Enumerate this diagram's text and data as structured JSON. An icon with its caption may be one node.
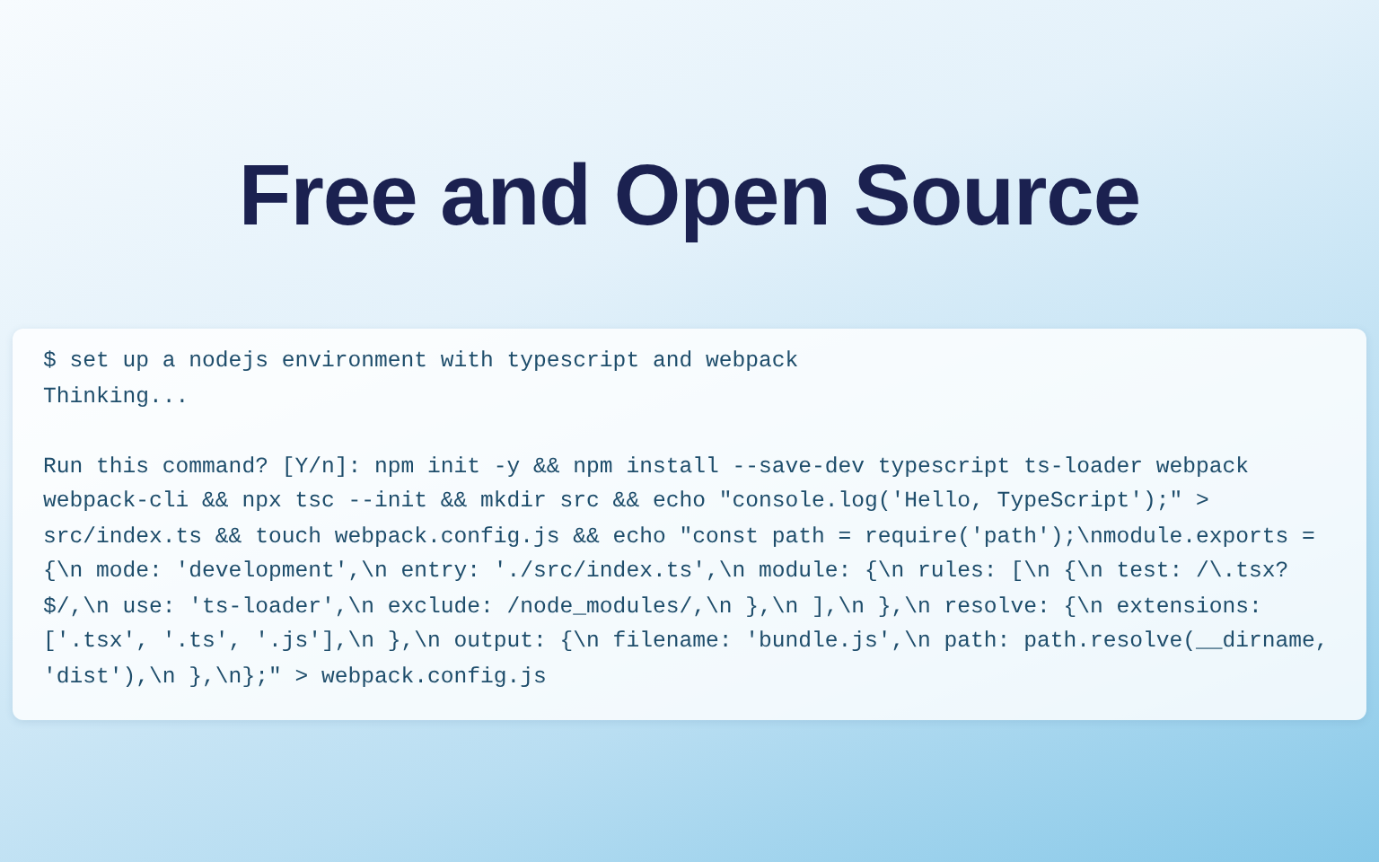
{
  "diagram": {
    "title": "Free and Open Source",
    "labels": [
      "$ set up a nodejs environment with typescript and webpack",
      "Thinking...",
      "Run this command? [Y/n]: npm init -y && npm install --save-dev typescript ts-loader webpack webpack-cli && npx tsc --init && mkdir src && echo \"console.log('Hello, TypeScript');\" > src/index.ts && touch webpack.config.js && echo \"const path = require('path');\\nmodule.exports = {\\n mode: 'development',\\n entry: './src/index.ts',\\n module: {\\n rules: [\\n {\\n test: /\\.tsx?$/,\\n use: 'ts-loader',\\n exclude: /node_modules/,\\n },\\n ],\\n },\\n resolve: {\\n extensions: ['.tsx', '.ts', '.js'],\\n },\\n output: {\\n filename: 'bundle.js',\\n path: path.resolve(__dirname, 'dist'),\\n },\\n};\" > webpack.config.js"
    ]
  }
}
